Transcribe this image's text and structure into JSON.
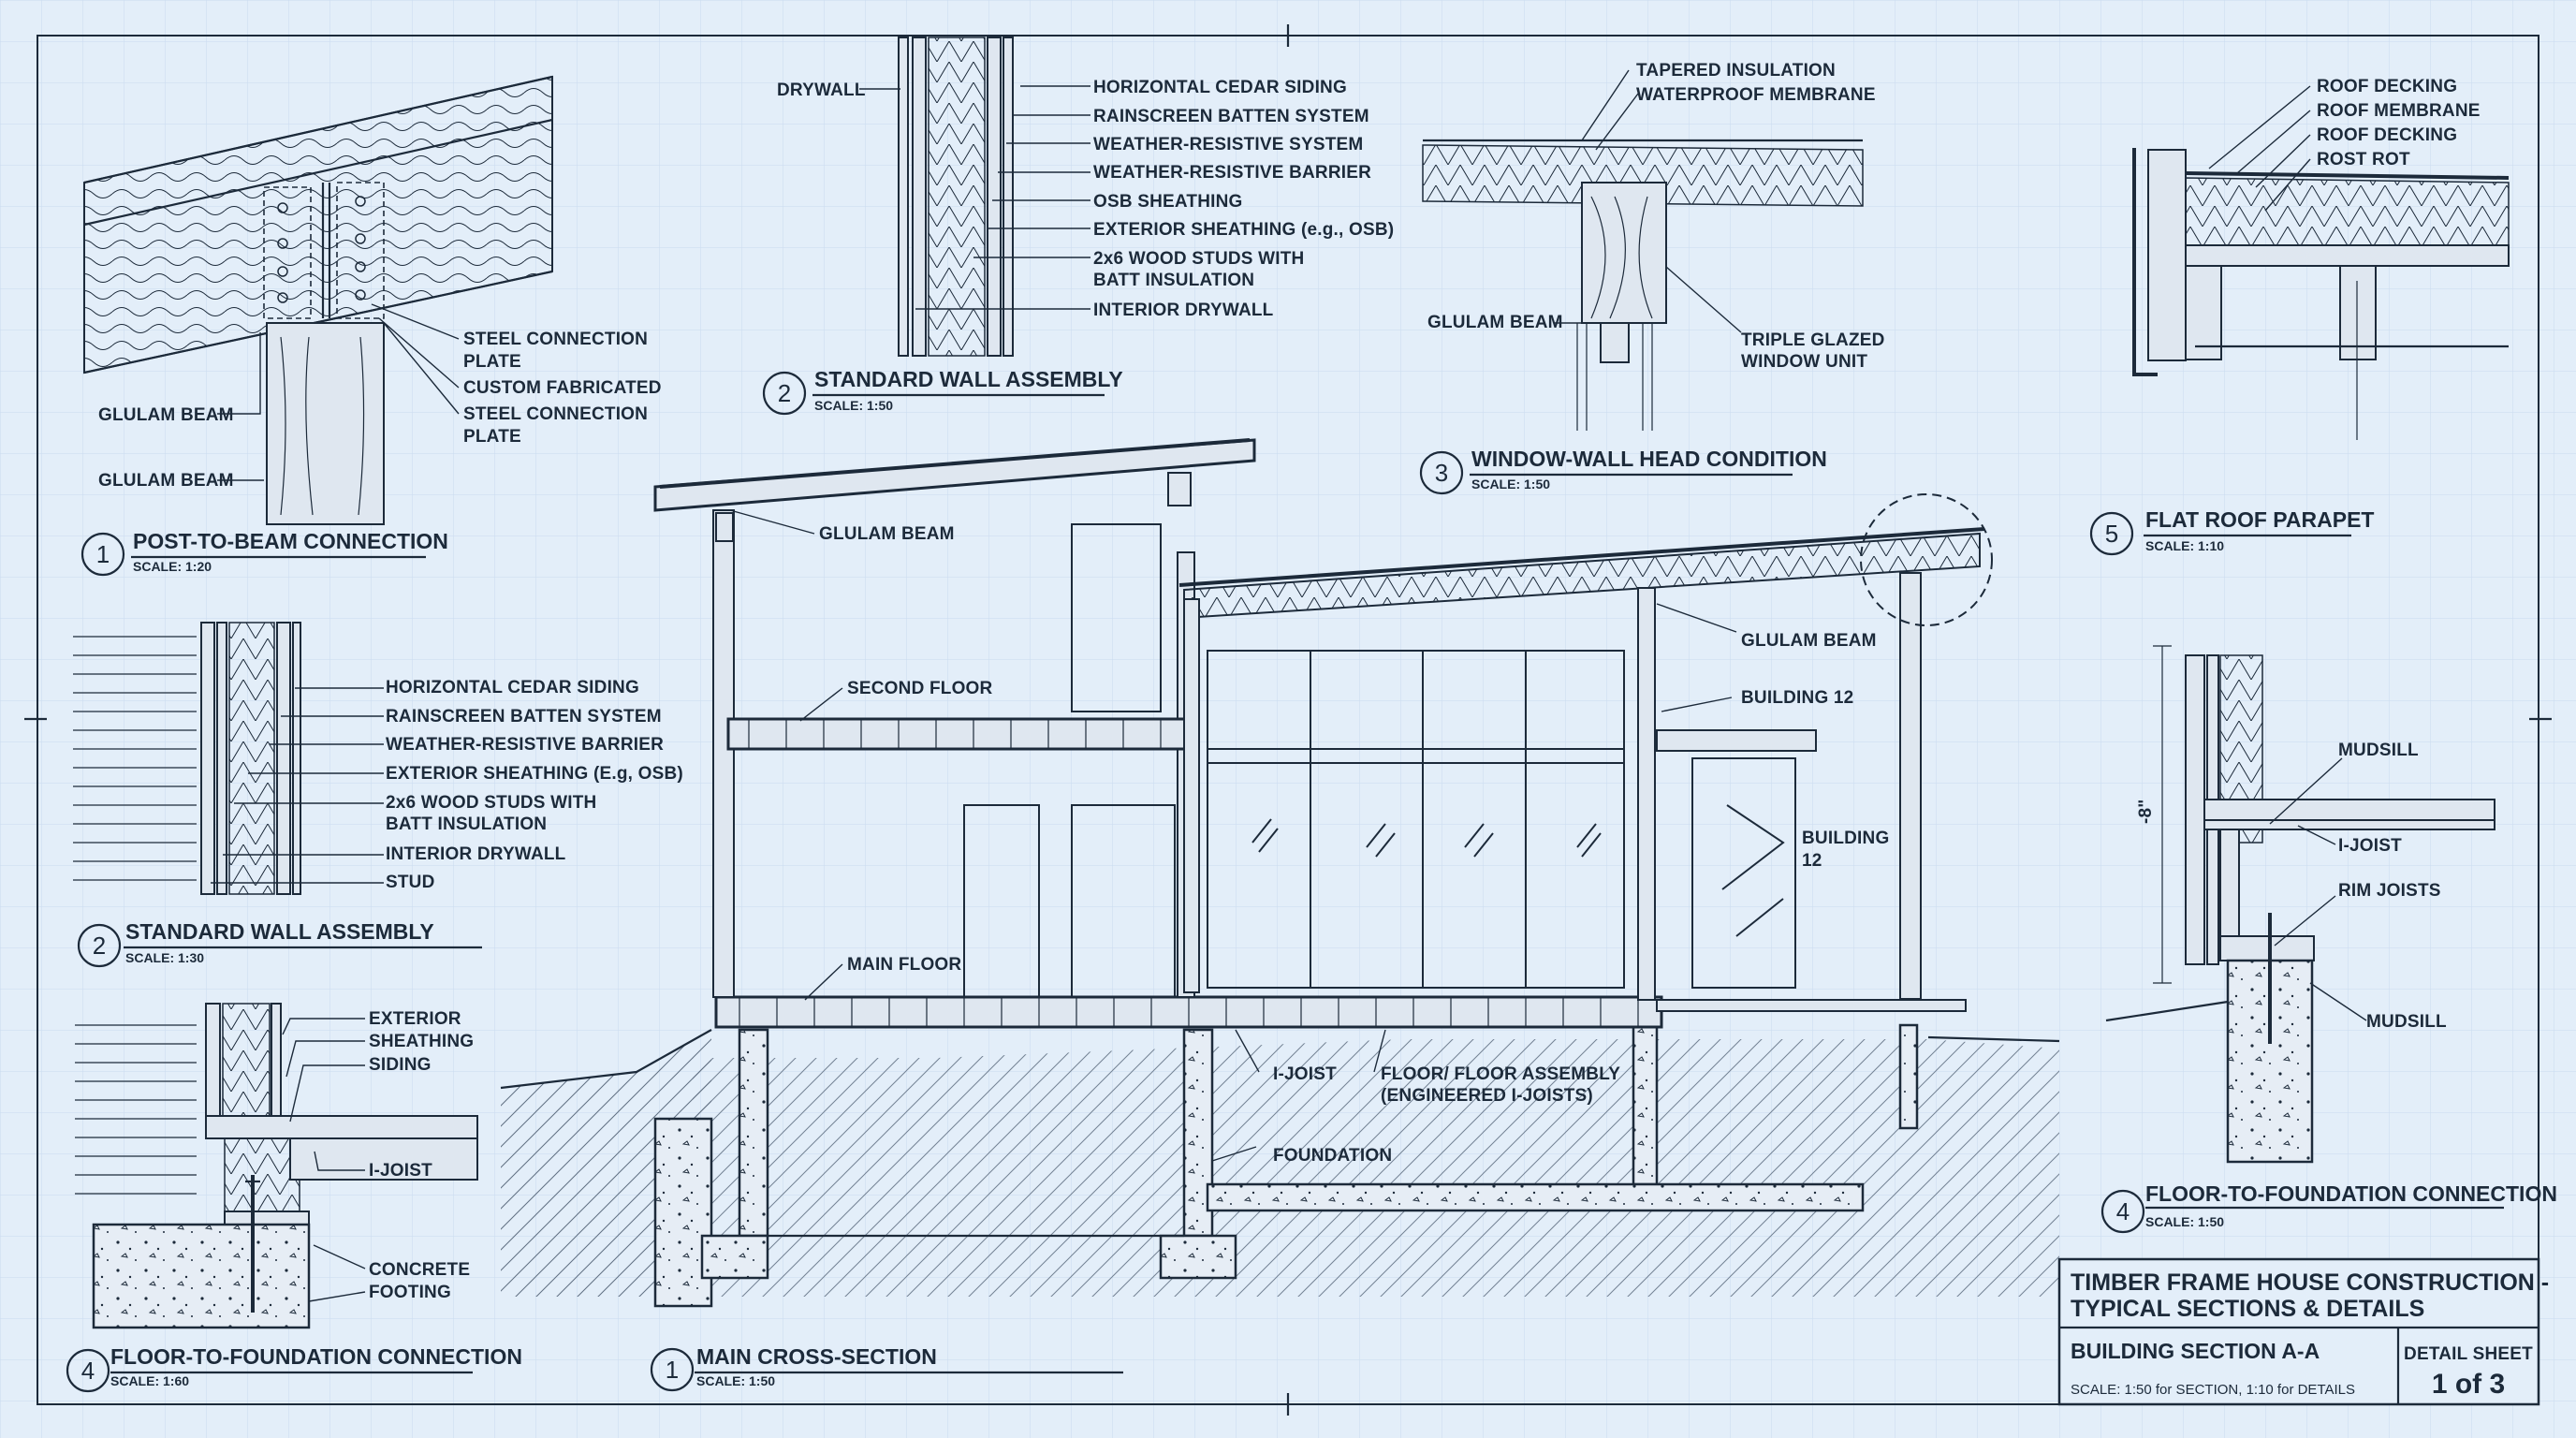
{
  "sheet": {
    "title_line1": "TIMBER FRAME HOUSE CONSTRUCTION -",
    "title_line2": "TYPICAL SECTIONS & DETAILS",
    "section_name": "BUILDING SECTION A-A",
    "scale_note": "SCALE: 1:50 for SECTION, 1:10 for DETAILS",
    "detail_sheet_label": "DETAIL SHEET",
    "sheet_number": "1 of 3"
  },
  "details": {
    "post_beam": {
      "number": "1",
      "title": "POST-TO-BEAM CONNECTION",
      "scale": "SCALE: 1:20",
      "labels": [
        "STEEL CONNECTION",
        "PLATE",
        "CUSTOM FABRICATED",
        "STEEL CONNECTION",
        "PLATE",
        "GLULAM BEAM",
        "GLULAM BEAM"
      ]
    },
    "wall_left": {
      "number": "2",
      "title": "STANDARD WALL ASSEMBLY",
      "scale": "SCALE: 1:30",
      "labels": [
        "HORIZONTAL CEDAR SIDING",
        "RAINSCREEN BATTEN SYSTEM",
        "WEATHER-RESISTIVE BARRIER",
        "EXTERIOR SHEATHING (E.g, OSB)",
        "2x6 WOOD STUDS WITH",
        "BATT INSULATION",
        "INTERIOR DRYWALL",
        "STUD"
      ]
    },
    "foundation_left": {
      "number": "4",
      "title": "FLOOR-TO-FOUNDATION CONNECTION",
      "scale": "SCALE: 1:60",
      "labels": [
        "EXTERIOR",
        "SHEATHING",
        "SIDING",
        "I-JOIST",
        "CONCRETE",
        "FOOTING"
      ]
    },
    "wall_top": {
      "number": "2",
      "title": "STANDARD WALL ASSEMBLY",
      "scale": "SCALE: 1:50",
      "labels": [
        "DRYWALL",
        "HORIZONTAL CEDAR SIDING",
        "RAINSCREEN BATTEN SYSTEM",
        "WEATHER-RESISTIVE SYSTEM",
        "WEATHER-RESISTIVE BARRIER",
        "OSB SHEATHING",
        "EXTERIOR SHEATHING (e.g., OSB)",
        "2x6 WOOD STUDS WITH",
        "BATT INSULATION",
        "INTERIOR DRYWALL"
      ]
    },
    "window_head": {
      "number": "3",
      "title": "WINDOW-WALL HEAD CONDITION",
      "scale": "SCALE: 1:50",
      "labels": [
        "TAPERED INSULATION",
        "WATERPROOF MEMBRANE",
        "GLULAM BEAM",
        "TRIPLE GLAZED",
        "WINDOW UNIT"
      ]
    },
    "parapet": {
      "number": "5",
      "title": "FLAT ROOF PARAPET",
      "scale": "SCALE: 1:10",
      "labels": [
        "ROOF DECKING",
        "ROOF MEMBRANE",
        "ROOF DECKING",
        "ROST ROT"
      ]
    },
    "foundation_right": {
      "number": "4",
      "title": "FLOOR-TO-FOUNDATION CONNECTION",
      "scale": "SCALE: 1:50",
      "labels": [
        "MUDSILL",
        "I-JOIST",
        "RIM JOISTS",
        "MUDSILL"
      ],
      "dimension": "-8\""
    },
    "main_section": {
      "number": "1",
      "title": "MAIN CROSS-SECTION",
      "scale": "SCALE: 1:50",
      "labels": [
        "GLULAM BEAM",
        "SECOND FLOOR",
        "MAIN FLOOR",
        "GLULAM BEAM",
        "BUILDING 12",
        "BUILDING",
        "12",
        "I-JOIST",
        "FLOOR/ FLOOR ASSEMBLY",
        "(ENGINEERED I-JOISTS)",
        "FOUNDATION"
      ]
    }
  },
  "colors": {
    "background": "#e3eef9",
    "ink": "#1c2a3a",
    "grid": "#c9dbee"
  }
}
